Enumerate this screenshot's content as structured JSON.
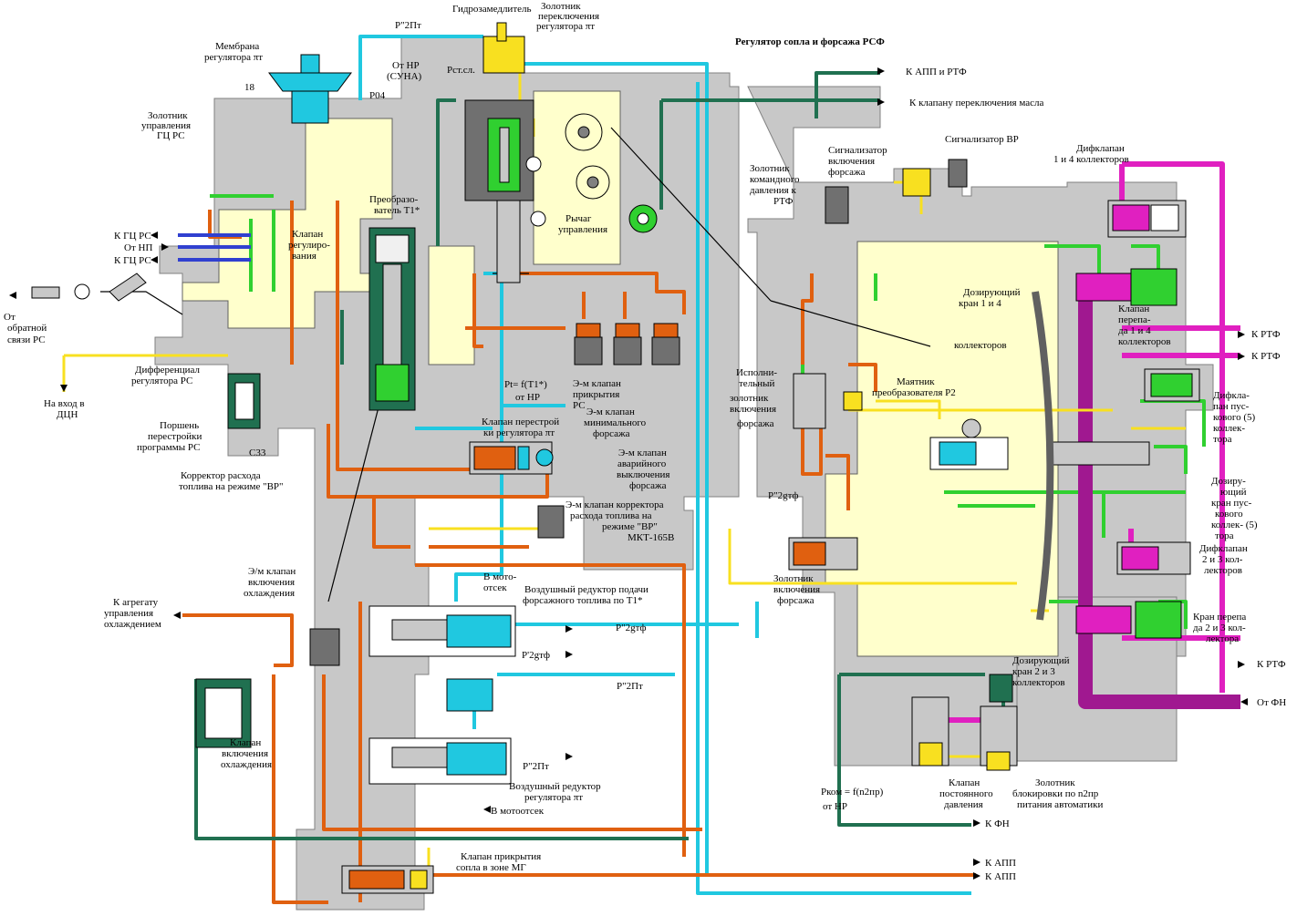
{
  "title": "Регулятор сопла и форсажа РСФ",
  "colors": {
    "housing": "#c8c8c8",
    "housing_edge": "#808080",
    "cream": "#ffffcc",
    "orange": "#e06010",
    "cyan": "#20c8e0",
    "green": "#30d030",
    "dark_green": "#207050",
    "magenta": "#e020c0",
    "purple": "#a01890",
    "yellow": "#f8e020",
    "blue": "#3040d0",
    "black": "#000000"
  },
  "labels": {
    "gidrozamedlitel": "Гидрозамедлитель",
    "zolotnik_perekl_1": "Золотник",
    "zolotnik_perekl_2": "переключения",
    "zolotnik_perekl_3": "регулятора πт",
    "p2pt_top": "P\"2Пт",
    "membrana_1": "Мембрана",
    "membrana_2": "регулятора πт",
    "n18": "18",
    "p04": "P04",
    "ot_nr_1": "От НР",
    "ot_nr_2": "(СУНА)",
    "p_st_sl": "Pст.сл.",
    "zol_upr_gc_1": "Золотник",
    "zol_upr_gc_2": "управления",
    "zol_upr_gc_3": "ГЦ РС",
    "k_gc_rs_1": "К ГЦ РС",
    "ot_np": "От НП",
    "k_gc_rs_2": "К ГЦ РС",
    "ot_obratnoy_1": "От",
    "ot_obratnoy_2": "обратной",
    "ot_obratnoy_3": "связи  РС",
    "klapan_reg_1": "Клапан",
    "klapan_reg_2": "регулиро-",
    "klapan_reg_3": "вания",
    "preobraz_1": "Преобразо-",
    "preobraz_2": "ватель T1*",
    "difreg_1": "Дифференциал",
    "difreg_2": "регулятора РС",
    "na_vhod_1": "На вход в",
    "na_vhod_2": "ДЦН",
    "porshen_1": "Поршень",
    "porshen_2": "перестройки",
    "porshen_3": "программы РС",
    "c33": "С33",
    "rychag_1": "Рычаг",
    "rychag_2": "управления",
    "pt_f_1": "Pt= f(T1*)",
    "pt_f_2": "от НР",
    "em_prikr_1": "Э-м клапан",
    "em_prikr_2": "прикрытия",
    "em_prikr_3": "РС",
    "em_min_1": "Э-м клапан",
    "em_min_2": "минимального",
    "em_min_3": "форсажа",
    "em_avar_1": "Э-м клапан",
    "em_avar_2": "аварийного",
    "em_avar_3": "выключения",
    "em_avar_4": "форсажа",
    "klapan_perestr_1": "Клапан перестрой",
    "klapan_perestr_2": "ки регулятора πт",
    "korrektor_1": "Корректор расхода",
    "korrektor_2": "топлива на режиме \"ВР\"",
    "em_korr_1": "Э-м клапан корректора",
    "em_korr_2": "расхода топлива  на",
    "em_korr_3": "режиме \"ВР\"",
    "em_korr_4": "МКТ-165В",
    "em_ohl_1": "Э/м клапан",
    "em_ohl_2": "включения",
    "em_ohl_3": "охлаждения",
    "k_agregatu_1": "К агрегату",
    "k_agregatu_2": "управления",
    "k_agregatu_3": "охлаждением",
    "v_moto_1": "В мото-",
    "v_moto_2": "отсек",
    "vozd_forsazh_1": "Воздушный редуктор подачи",
    "vozd_forsazh_2": "форсажного топлива по T1*",
    "p2gtf_a": "P\"2gтф",
    "p2gtf_b": "P'2gтф",
    "p2pt_mid": "P\"2Пт",
    "p2pt_low": "P\"2Пт",
    "vozd_reg_1": "Воздушный редуктор",
    "vozd_reg_2": "регулятора πт",
    "v_mototsek": "В мотоотсек",
    "klapan_vkl_ohl_1": "Клапан",
    "klapan_vkl_ohl_2": "включения",
    "klapan_vkl_ohl_3": "охлаждения",
    "klapan_prikr_mg_1": "Клапан прикрытия",
    "klapan_prikr_mg_2": "сопла в зоне МГ",
    "k_app_rtf": "К АПП и РТФ",
    "k_klapanu": "К клапану переключения масла",
    "signal_fors_1": "Сигнализатор",
    "signal_fors_2": "включения",
    "signal_fors_3": "форсажа",
    "signal_vr": "Сигнализатор ВР",
    "zol_kom_1": "Золотник",
    "zol_kom_2": "командного",
    "zol_kom_3": "давления к",
    "zol_kom_4": "РТФ",
    "difkl14_1": "Дифклапан",
    "difkl14_2": "1 и 4 коллекторов",
    "doz14_1": "Дозирующий",
    "doz14_2": "кран 1 и 4",
    "doz14_3": "коллекторов",
    "klapan_perepada_1": "Клапан",
    "klapan_perepada_2": "перепа-",
    "klapan_perepada_3": "да 1 и 4",
    "klapan_perepada_4": "коллекторов",
    "k_rtf_1": "К РТФ",
    "k_rtf_2": "К РТФ",
    "k_rtf_3": "К РТФ",
    "ispoln_1": "Исполни-",
    "ispoln_2": "тельный",
    "ispoln_3": "золотник",
    "ispoln_4": "включения",
    "ispoln_5": "форсажа",
    "mayatnik_1": "Маятник",
    "mayatnik_2": "преобразователя P2",
    "difkl_pusk_1": "Дифкла-",
    "difkl_pusk_2": "пан пус-",
    "difkl_pusk_3": "кового (5)",
    "difkl_pusk_4": "коллек-",
    "difkl_pusk_5": "тора",
    "doz_pusk_1": "Дозиру-",
    "doz_pusk_2": "ющий",
    "doz_pusk_3": "кран пус-",
    "doz_pusk_4": "кового",
    "doz_pusk_5": "коллек- (5)",
    "doz_pusk_6": "тора",
    "p2gtf_r": "P\"2gтф",
    "difkl23_1": "Дифклапан",
    "difkl23_2": "2 и 3 кол-",
    "difkl23_3": "лекторов",
    "zol_vkl_fors_1": "Золотник",
    "zol_vkl_fors_2": "включения",
    "zol_vkl_fors_3": "форсажа",
    "kran_perepada_1": "Кран перепа",
    "kran_perepada_2": "да 2 и 3 кол-",
    "kran_perepada_3": "лектора",
    "doz23_1": "Дозирующий",
    "doz23_2": "кран 2 и 3",
    "doz23_3": "коллекторов",
    "ot_fn": "От ФН",
    "p_kom_1": "Pком = f(n2пр)",
    "p_kom_2": "от НР",
    "klapan_post_1": "Клапан",
    "klapan_post_2": "постоянного",
    "klapan_post_3": "давления",
    "zol_blok_1": "Золотник",
    "zol_blok_2": "блокировки по n2пр",
    "zol_blok_3": "питания автоматики",
    "k_fn": "К ФН",
    "k_app_1": "К АПП",
    "k_app_2": "К АПП"
  }
}
